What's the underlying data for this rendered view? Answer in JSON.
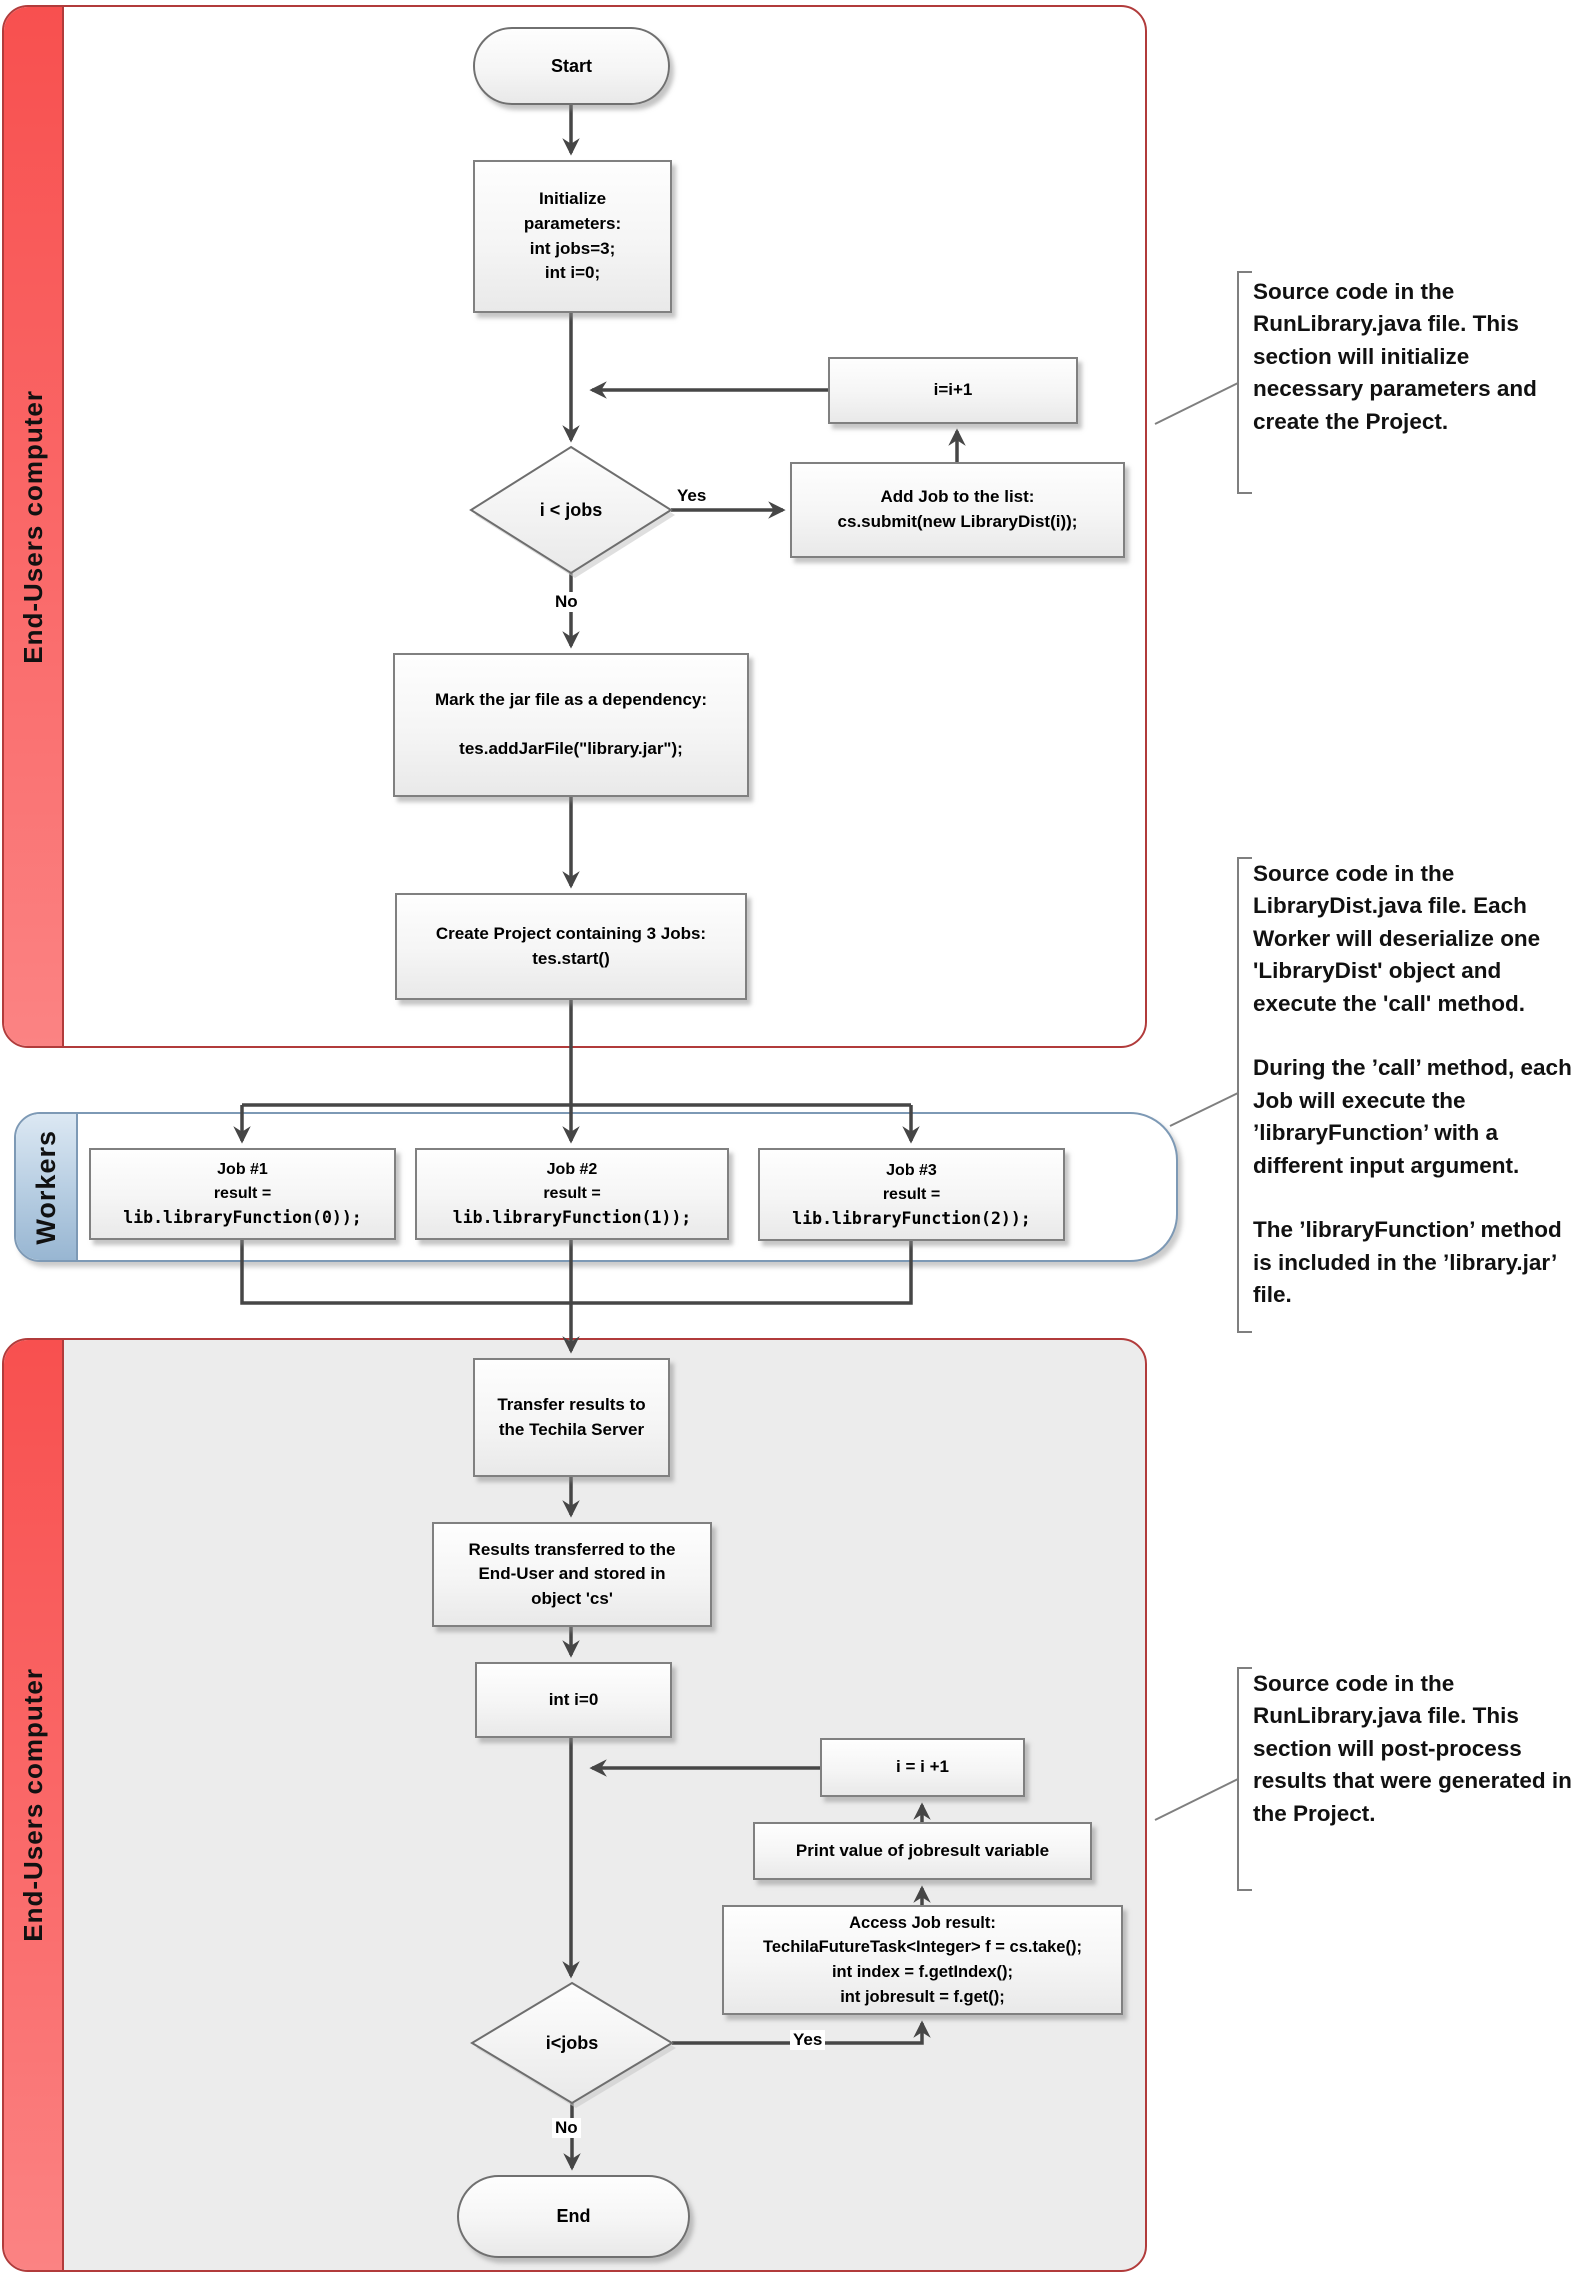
{
  "containers": {
    "top": {
      "label": "End-Users computer"
    },
    "workers": {
      "label": "Workers"
    },
    "bottom": {
      "label": "End-Users computer"
    }
  },
  "flow": {
    "start": "Start",
    "init_params": "Initialize\nparameters:\nint jobs=3;\nint i=0;",
    "increment_top": "i=i+1",
    "decision_top": "i < jobs",
    "decision_top_yes": "Yes",
    "decision_top_no": "No",
    "add_job": "Add Job to the list:\ncs.submit(new LibraryDist(i));",
    "mark_jar": "Mark the jar file as a dependency:\n\ntes.addJarFile(\"library.jar\");",
    "create_project": "Create Project containing 3 Jobs:\ntes.start()",
    "jobs": [
      {
        "title": "Job #1\nresult =",
        "code": "lib.libraryFunction(0));"
      },
      {
        "title": "Job #2\nresult =",
        "code": "lib.libraryFunction(1));"
      },
      {
        "title": "Job #3\nresult =",
        "code": "lib.libraryFunction(2));"
      }
    ],
    "transfer_results": "Transfer results to\nthe Techila Server",
    "results_transferred": "Results transferred to the\nEnd-User and stored in\nobject 'cs'",
    "init_i": "int i=0",
    "increment_bottom": "i = i +1",
    "print_value": "Print value of jobresult variable",
    "access_result": "Access Job result:\nTechilaFutureTask<Integer> f = cs.take();\nint index = f.getIndex();\nint jobresult = f.get();",
    "decision_bottom": "i<jobs",
    "decision_bottom_yes": "Yes",
    "decision_bottom_no": "No",
    "end": "End"
  },
  "annotations": [
    {
      "text": "Source code in the RunLibrary.java file. This section will initialize necessary parameters and create the Project."
    },
    {
      "text": "Source code in the LibraryDist.java file. Each Worker will deserialize one 'LibraryDist' object and execute the 'call' method.\n\nDuring the ’call’ method, each Job will execute the ’libraryFunction’ with a different input argument.\n\nThe ’libraryFunction’ method is included in the ’library.jar’ file."
    },
    {
      "text": "Source code in the RunLibrary.java file. This section will post-process results that were generated in the Project."
    }
  ],
  "colors": {
    "container_border": "#b13b3b",
    "red_tab_top": "#f8504f",
    "red_tab_bottom": "#fb8383",
    "workers_border": "#7d99b5",
    "workers_tab_top": "#dce8f3",
    "workers_tab_bottom": "#98b6d2",
    "connector": "#464646",
    "box_border": "#808080",
    "bottom_container_fill": "#ececec"
  }
}
